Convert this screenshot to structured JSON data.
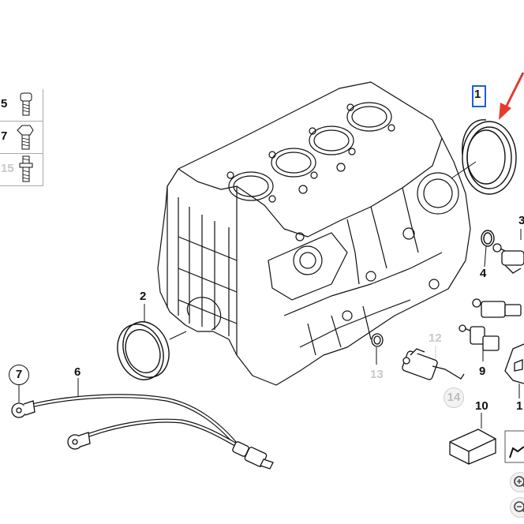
{
  "diagram": {
    "callouts": {
      "c1": "1",
      "c2": "2",
      "c3": "3",
      "c4": "4",
      "c6": "6",
      "c7": "7",
      "c9": "9",
      "c10": "10",
      "c11": "1",
      "c12": "12",
      "c13": "13",
      "c14": "14"
    },
    "side_table": {
      "rows": [
        {
          "num": "5",
          "icon": "bolt-icon"
        },
        {
          "num": "7",
          "icon": "hex-bolt-icon"
        },
        {
          "num": "15",
          "icon": "stud-bolt-icon"
        }
      ]
    },
    "zoom": {
      "in_icon": "zoom-in-icon",
      "out_icon": "zoom-out-icon"
    },
    "colors": {
      "highlight": "#1c5fd6",
      "arrow": "#e53b2f",
      "line": "#111111",
      "ghost": "#c8c8c8"
    }
  }
}
